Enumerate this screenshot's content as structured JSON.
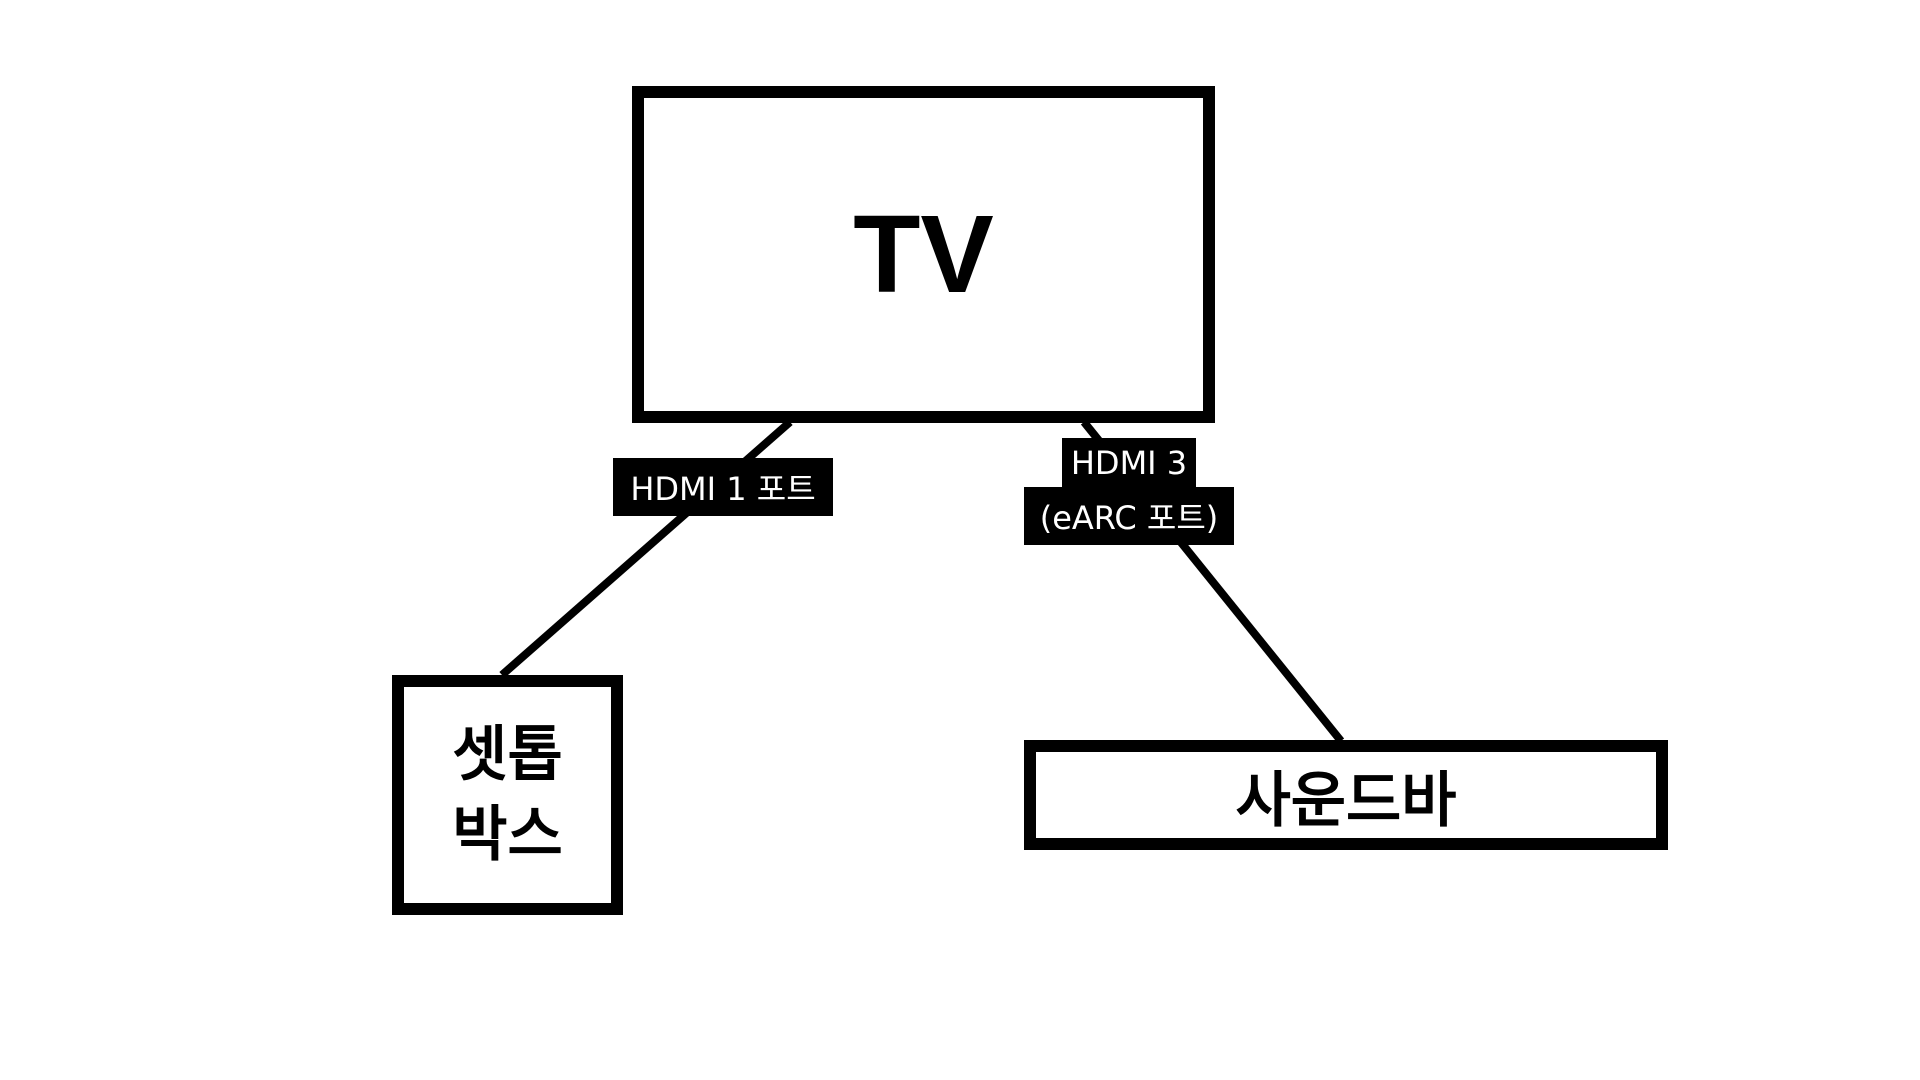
{
  "nodes": {
    "tv": "TV",
    "settop_line1": "셋톱",
    "settop_line2": "박스",
    "soundbar": "사운드바"
  },
  "connections": [
    {
      "from": "TV",
      "to": "셋톱 박스",
      "label": "HDMI 1 포트"
    },
    {
      "from": "TV",
      "to": "사운드바",
      "label_line1": "HDMI 3",
      "label_line2": "(eARC 포트)"
    }
  ]
}
